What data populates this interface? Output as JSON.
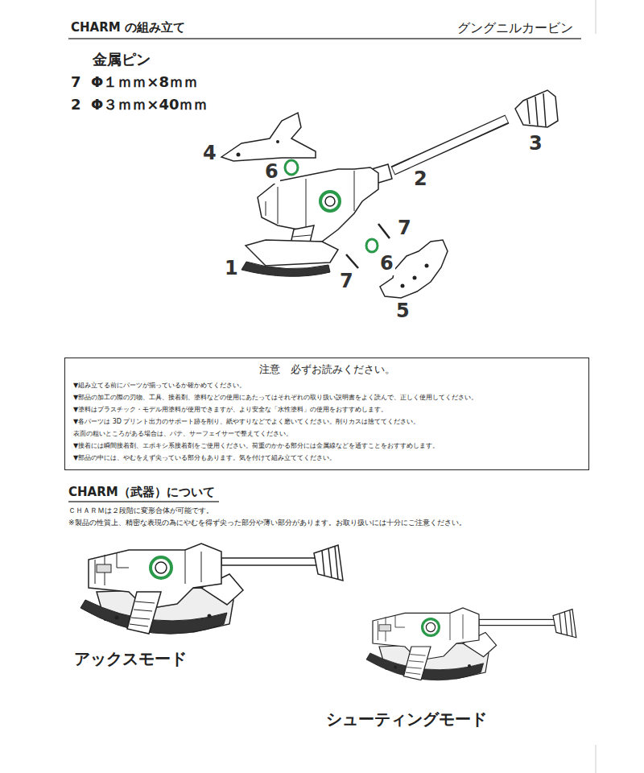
{
  "diagram": {
    "title": "CHARM の組み立て",
    "nodes": [
      {
        "text": [
          "注意　必ずお読みください。",
          "▼組み立てる前にパーツが揃っているか確かめてください。",
          "▼部品の加工の際の刃物、工具、接着剤、塗料などの使用にあたってはそれぞれの取り扱い説明書をよく読んで、正しく使用してください。",
          "▼塗料はプラスチック・モデル用塗料が使用できますが、より安全な「水性塗料」の使用をおすすめします。",
          "▼各パーツは 3D プリント出力のサポート跡を削り、紙やすりなどでよく磨いてください。削りカスは捨ててください。",
          "表面の粗いところがある場合は、パテ、サーフェイサーで整えてください。",
          "▼接着には瞬間接着剤、エポキシ系接着剤をご使用ください。荷重のかかる部分には金属線などを通すことをおすすめします。",
          "▼部品の中には、やむをえず尖っている部分もあります。気を付けて組み立ててください。"
        ]
      }
    ],
    "labels": [
      "グングニルカービン",
      "金属ピン",
      "7",
      "Φ１ｍｍ×8ｍｍ",
      "2",
      "Φ３ｍｍ×40ｍｍ",
      "4",
      "6",
      "3",
      "2",
      "7",
      "1",
      "6",
      "7",
      "5",
      "CHARM（武器）について",
      "ＣＨＡＲＭは２段階に変形合体が可能です。",
      "※製品の性質上、精密な表現の為にやむを得ず尖った部分や薄い部分があります。お取り扱いには十分にご注意ください。",
      "アックスモード",
      "シューティングモード"
    ]
  }
}
